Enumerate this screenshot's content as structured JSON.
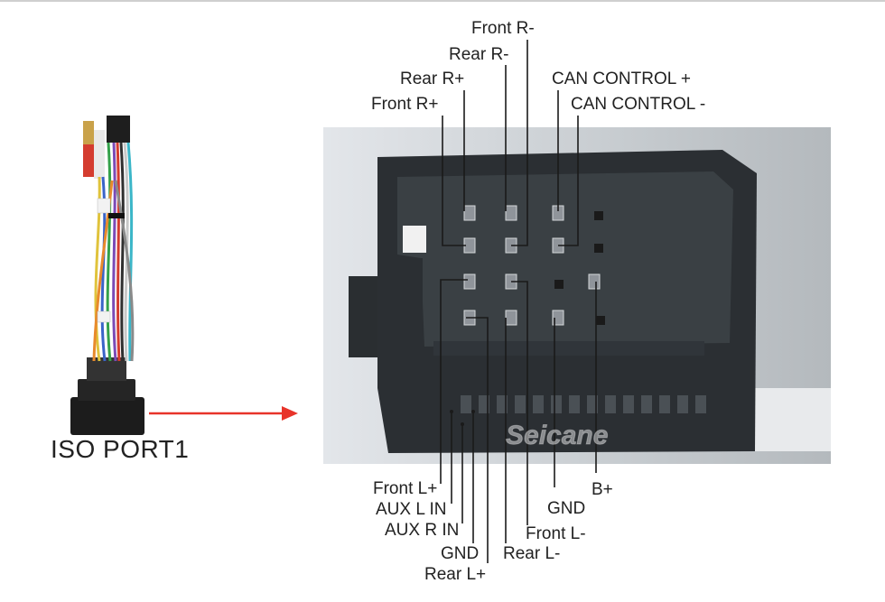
{
  "harness": {
    "port_label": "ISO PORT1"
  },
  "watermark": "Seicane",
  "pin_labels": {
    "front_r_minus": "Front R-",
    "rear_r_minus": "Rear R-",
    "rear_r_plus": "Rear R+",
    "front_r_plus": "Front R+",
    "can_control_plus": "CAN CONTROL +",
    "can_control_minus": "CAN CONTROL -",
    "front_l_plus": "Front L+",
    "aux_l_in": "AUX L IN",
    "aux_r_in": "AUX R IN",
    "gnd_left": "GND",
    "rear_l_plus": "Rear L+",
    "rear_l_minus": "Rear L-",
    "front_l_minus": "Front L-",
    "gnd_right": "GND",
    "b_plus": "B+"
  },
  "colors": {
    "arrow": "#e8342a",
    "leader_line": "#1a1a1a",
    "connector_body": "#2b2f33",
    "photo_background": "#d9dde1"
  }
}
